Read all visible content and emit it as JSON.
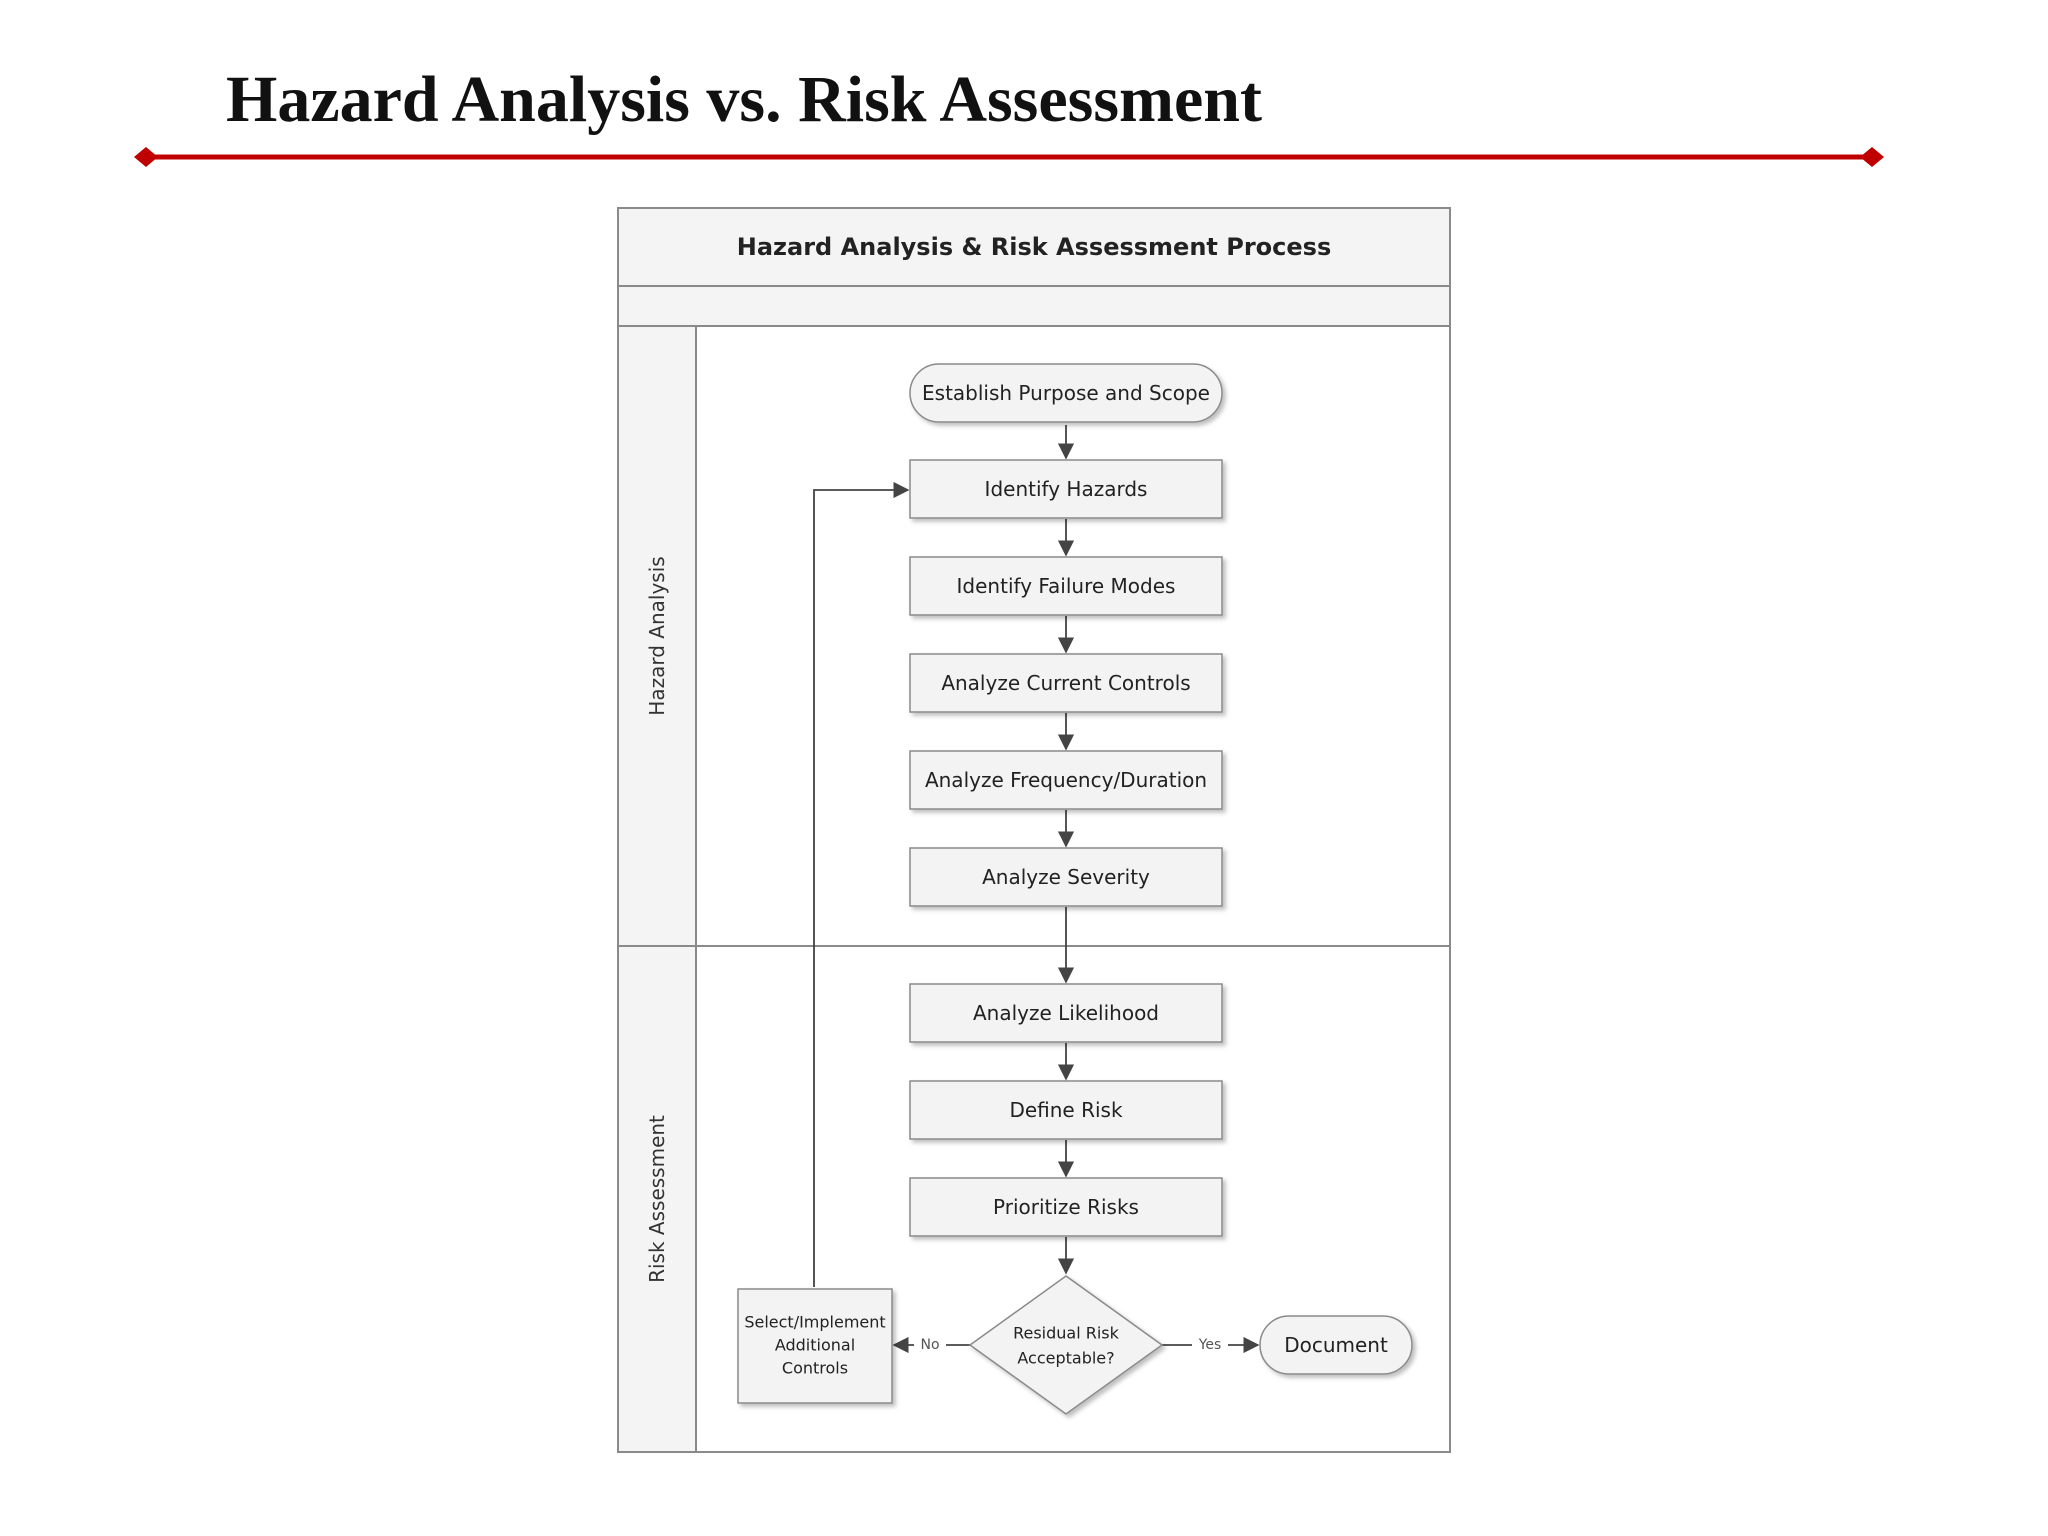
{
  "slide": {
    "title": "Hazard Analysis vs. Risk Assessment",
    "accent_color": "#c00000"
  },
  "diagram": {
    "header": "Hazard Analysis & Risk Assessment Process",
    "lanes": {
      "hazard_analysis": "Hazard Analysis",
      "risk_assessment": "Risk Assessment"
    },
    "nodes": {
      "establish_scope": "Establish Purpose and Scope",
      "identify_hazards": "Identify Hazards",
      "identify_failure_modes": "Identify Failure Modes",
      "analyze_current_controls": "Analyze Current Controls",
      "analyze_frequency": "Analyze Frequency/Duration",
      "analyze_severity": "Analyze Severity",
      "analyze_likelihood": "Analyze Likelihood",
      "define_risk": "Define Risk",
      "prioritize_risks": "Prioritize Risks",
      "decision_line1": "Residual Risk",
      "decision_line2": "Acceptable?",
      "select_line1": "Select/Implement",
      "select_line2": "Additional",
      "select_line3": "Controls",
      "document": "Document"
    },
    "edge_labels": {
      "no": "No",
      "yes": "Yes"
    }
  }
}
